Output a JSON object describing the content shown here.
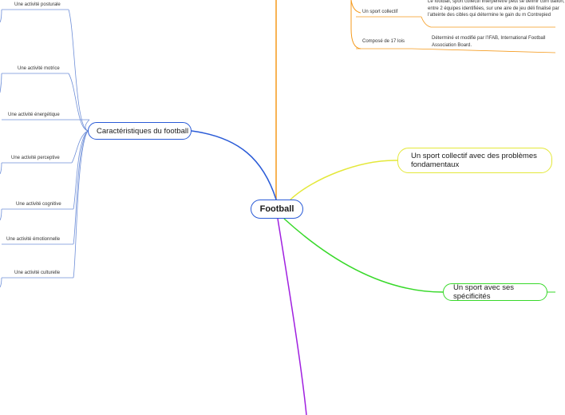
{
  "root": {
    "label": "Football"
  },
  "left_branch": {
    "label": "Caractéristiques du football",
    "color": "#2a5bd7",
    "children": [
      "Une activité posturale",
      "Une activité motrice",
      "Une activité énergétique",
      "Une activité perceptive",
      "Une activité cognitive",
      "Une activité émotionnelle",
      "Une activité culturelle"
    ]
  },
  "right_branches": [
    {
      "label": "Un sport collectif avec des problèmes fondamentaux",
      "color": "#e4e83a"
    },
    {
      "label": "Un sport avec ses spécificités",
      "color": "#38d92a"
    }
  ],
  "top_branch": {
    "color": "#f59a1c",
    "children": [
      {
        "label": "Un sport collectif",
        "note": "Le football, sport collectif interpénétré peut se définir com ballon, entre 2 équipes identifiées, sur une aire de jeu déli finalisé par l’atteinte des cibles qui détermine le gain du m Contrepied"
      },
      {
        "label": "Composé de 17 lois",
        "note": "Déterminé et modifié par l’IFAB, International Football Association Board."
      }
    ]
  },
  "bottom_branch": {
    "color": "#a020e0"
  }
}
